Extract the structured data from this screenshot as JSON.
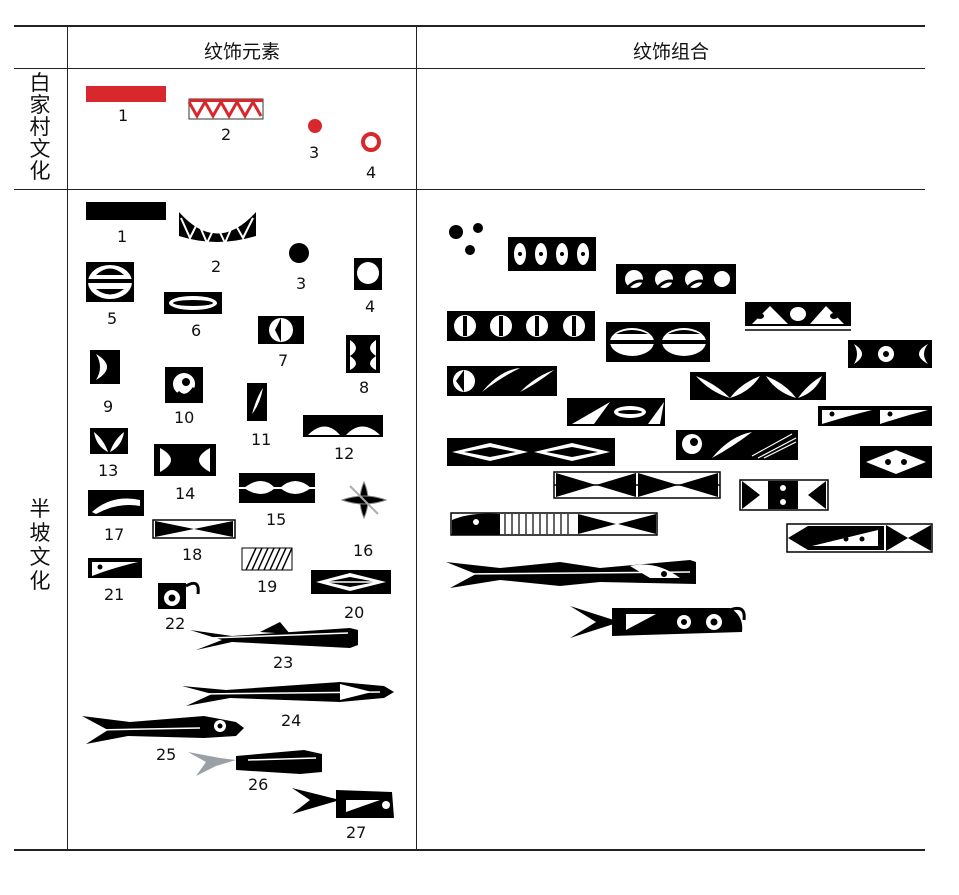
{
  "header": {
    "col_elements": "纹饰元素",
    "col_combinations": "纹饰组合"
  },
  "rows": {
    "baijiacun": {
      "label": [
        "白",
        "家",
        "村",
        "文",
        "化"
      ]
    },
    "banpo": {
      "label": [
        "半",
        "坡",
        "文",
        "化"
      ]
    }
  },
  "baijiacun_numbers": [
    "1",
    "2",
    "3",
    "4"
  ],
  "banpo_numbers": [
    "1",
    "2",
    "3",
    "4",
    "5",
    "6",
    "7",
    "8",
    "9",
    "10",
    "11",
    "12",
    "13",
    "14",
    "15",
    "16",
    "17",
    "18",
    "19",
    "20",
    "21",
    "22",
    "23",
    "24",
    "25",
    "26",
    "27"
  ],
  "colors": {
    "baijiacun_motif": "#d8272d",
    "banpo_motif": "#000000"
  }
}
